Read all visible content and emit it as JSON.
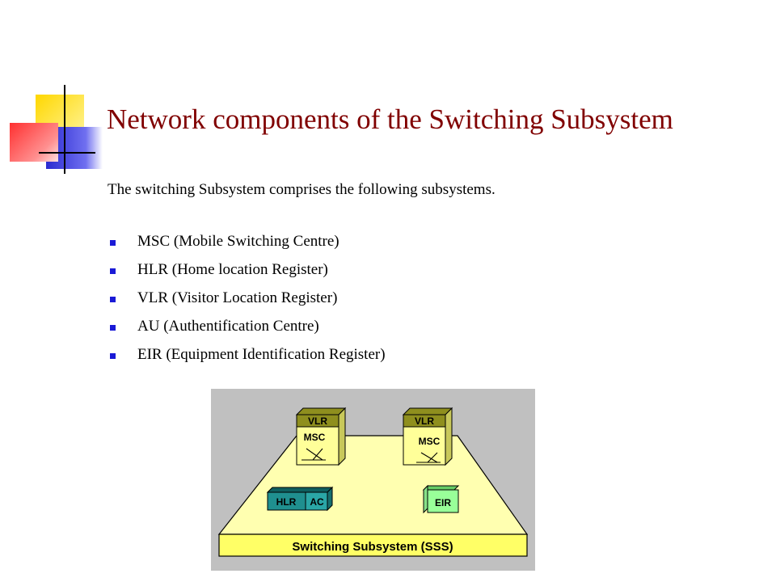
{
  "slide": {
    "title": "Network components of the Switching Subsystem",
    "intro": "The switching Subsystem comprises the following subsystems.",
    "bullets": [
      "MSC (Mobile Switching Centre)",
      "HLR (Home location Register)",
      "VLR (Visitor Location Register)",
      "AU (Authentification Centre)",
      "EIR (Equipment Identification Register)"
    ]
  },
  "diagram": {
    "nodes": {
      "vlr_left": "VLR",
      "msc_left": "MSC",
      "vlr_right": "VLR",
      "msc_right": "MSC",
      "hlr": "HLR",
      "ac": "AC",
      "eir": "EIR"
    },
    "base_label": "Switching Subsystem (SSS)"
  },
  "colors": {
    "title": "#800000",
    "bullet": "#1a1ad6",
    "figure_background": "#c0c0c0",
    "platform": "#ffffb0",
    "base_bar": "#ffff66",
    "vlr_msc_front": "#ffff99",
    "vlr_band": "#8f8f1e",
    "hlr_ac": "#1f8f8f",
    "eir": "#99ff99"
  }
}
